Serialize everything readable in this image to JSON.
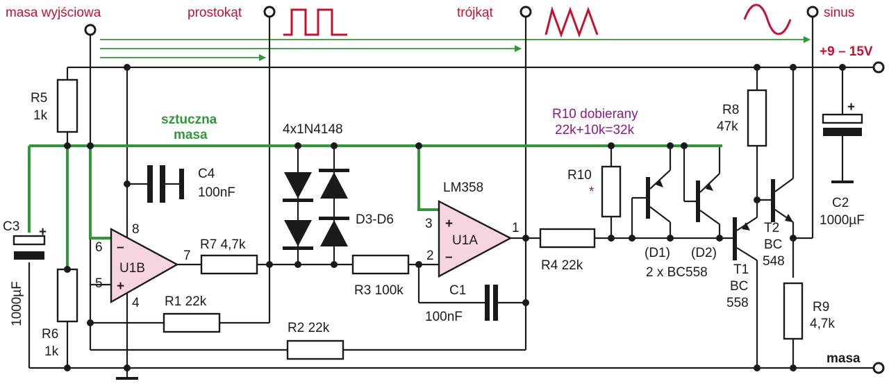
{
  "labels": {
    "masa_wyjsciowa": "masa wyjściowa",
    "prostokat": "prostokąt",
    "trojkat": "trójkąt",
    "sinus": "sinus",
    "supply": "+9 – 15V",
    "masa": "masa",
    "sztuczna": "sztuczna",
    "masa_green": "masa",
    "diodes": "4x1N4148",
    "r10_note1": "R10 dobierany",
    "r10_note2": "22k+10k=32k",
    "lm358": "LM358",
    "d3d6": "D3-D6",
    "r5": "R5",
    "r5v": "1k",
    "c4": "C4",
    "c4v": "100nF",
    "c3": "C3",
    "c3v": "1000µF",
    "r6": "R6",
    "r6v": "1k",
    "u1b": "U1B",
    "u1a": "U1A",
    "r7": "R7 4,7k",
    "r1": "R1 22k",
    "r2": "R2 22k",
    "r3": "R3 100k",
    "c1": "C1",
    "c1v": "100nF",
    "r4": "R4 22k",
    "r10": "R10",
    "star": "*",
    "d1": "(D1)",
    "d2": "(D2)",
    "bc558x2": "2 x BC558",
    "t1": "T1",
    "t1a": "BC",
    "t1b": "558",
    "t2": "T2",
    "t2a": "BC",
    "t2b": "548",
    "r8": "R8",
    "r8v": "47k",
    "c2": "C2",
    "c2v": "1000µF",
    "r9": "R9",
    "r9v": "4,7k",
    "pin6": "6",
    "pin5": "5",
    "pin8": "8",
    "pin4": "4",
    "pin7": "7",
    "pin3": "3",
    "pin2": "2",
    "pin1": "1",
    "minus": "–",
    "plus": "+"
  },
  "colors": {
    "label_red": "#c8102e",
    "label_green": "#2e9a36",
    "label_purple": "#8a1a8a",
    "opamp_fill": "#f7d4e1"
  }
}
